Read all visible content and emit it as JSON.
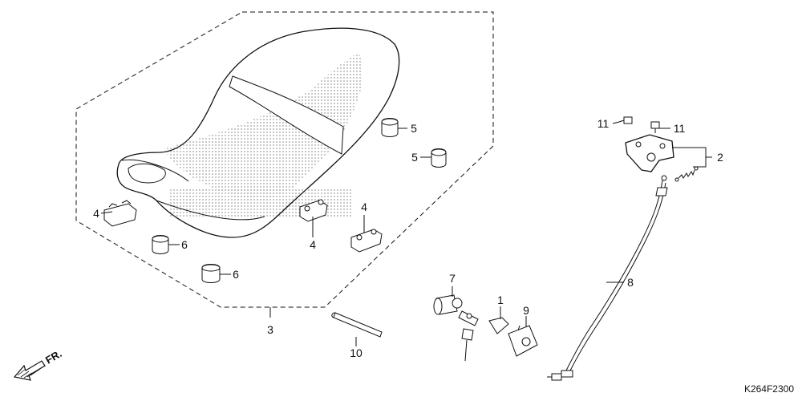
{
  "diagram_code": "K264F2300",
  "direction_label": "FR.",
  "callouts": {
    "seat_assy": "3",
    "rubber_4_left": "4",
    "rubber_4_mid": "4",
    "rubber_4_right": "4",
    "cushion_5_top": "5",
    "cushion_5_bottom": "5",
    "cushion_6_top": "6",
    "cushion_6_bottom": "6",
    "seat_lock_cylinder": "7",
    "holder_1": "1",
    "plate_9": "9",
    "strap_10": "10",
    "bolt_11_left": "11",
    "bolt_11_right": "11",
    "catch_bracket_2": "2",
    "seat_lock_cable_8": "8"
  }
}
